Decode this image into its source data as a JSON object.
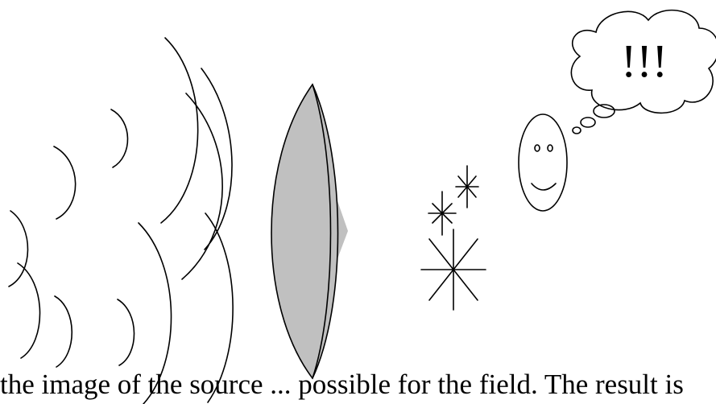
{
  "diagram": {
    "thought_text": "!!!",
    "caption": "the image of the source ... possible for the field. The result is"
  },
  "colors": {
    "ink": "#000000",
    "lens_fill": "#c0c0c0",
    "background": "#ffffff"
  },
  "icons": [
    "wave-arc",
    "lens",
    "light-cone",
    "spark-star",
    "smiley-face",
    "thought-cloud"
  ]
}
